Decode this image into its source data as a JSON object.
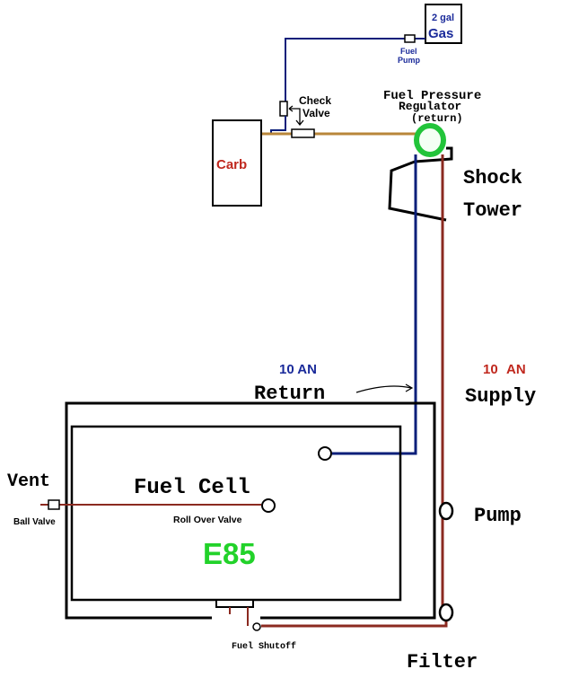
{
  "colors": {
    "return_line": "#0a1f7a",
    "supply_line": "#8b2a20",
    "carb_line": "#b8863a",
    "regulator": "#22c43a",
    "blue_text": "#1a2a9a",
    "red_text": "#c0281e",
    "green_text": "#22d22a"
  },
  "labels": {
    "gas_size": "2 gal",
    "gas": "Gas",
    "fuel_pump_1": "Fuel",
    "fuel_pump_2": "Pump",
    "check_1": "Check",
    "check_2": "Valve",
    "carb": "Carb",
    "fpr_1": "Fuel Pressure",
    "fpr_2": "Regulator",
    "fpr_3": "(return)",
    "shock": "Shock",
    "tower": "Tower",
    "return_size": "10 AN",
    "return": "Return",
    "supply_size_num": "10",
    "supply_size_unit": "AN",
    "supply": "Supply",
    "vent": "Vent",
    "ball_valve": "Ball Valve",
    "fuel_cell": "Fuel Cell",
    "roll_over": "Roll Over Valve",
    "fuel": "E85",
    "pump": "Pump",
    "filter": "Filter",
    "shutoff": "Fuel Shutoff"
  }
}
